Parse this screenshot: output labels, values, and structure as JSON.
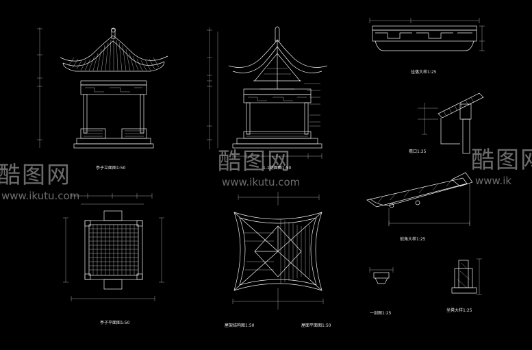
{
  "captions": {
    "front_elevation": "亭子立面图1:50",
    "section_1_1": "1-1剖面图1:50",
    "railing_detail": "挂落大样1:25",
    "eave_detail": "檐口1:25",
    "roof_corner_detail": "戗角大样1:25",
    "floor_plan": "亭子平面图1:50",
    "roof_frame_plan": "屋架结构图1:50",
    "roof_plan": "屋面平面图1:50",
    "small_detail": "一剖图1:25",
    "base_detail": "坐凳大样1:25"
  },
  "watermarks": {
    "left_cn": "酷图网",
    "left_url": "www.ikutu.com",
    "mid_cn": "酷图网",
    "mid_url": "www.ikutu.com",
    "right_cn": "酷图网",
    "right_url": "www.ik"
  },
  "colors": {
    "background": "#000000",
    "lines": "#f2f2f2"
  }
}
